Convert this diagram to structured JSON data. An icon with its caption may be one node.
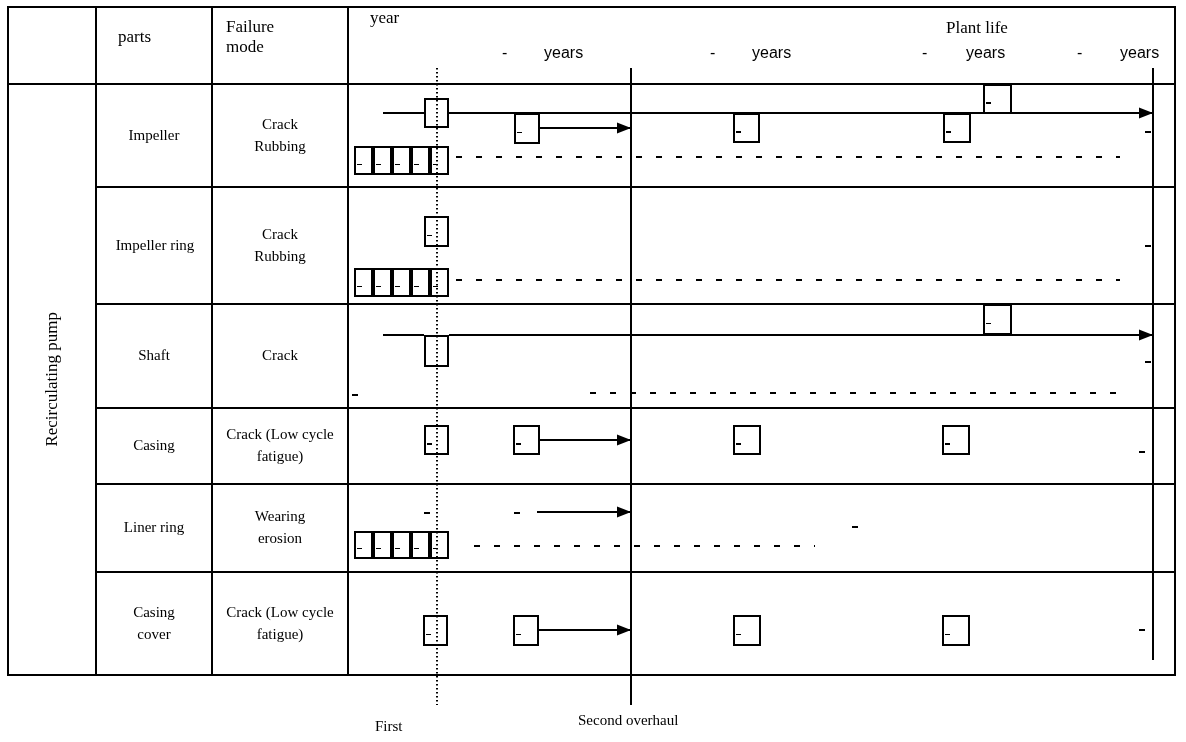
{
  "diagram": {
    "nodes": [
      {
        "text": [],
        "shape": "box"
      },
      {
        "text": [],
        "shape": "box"
      },
      {
        "text": [],
        "shape": "box"
      },
      {
        "text": [],
        "shape": "box"
      },
      {
        "text": [],
        "shape": "box"
      },
      {
        "text": [],
        "shape": "box"
      },
      {
        "text": [],
        "shape": "box"
      },
      {
        "text": [],
        "shape": "box"
      },
      {
        "text": [],
        "shape": "box"
      },
      {
        "text": [],
        "shape": "box"
      },
      {
        "text": [],
        "shape": "box"
      },
      {
        "text": [],
        "shape": "box"
      },
      {
        "text": [],
        "shape": "box"
      },
      {
        "text": [],
        "shape": "box"
      },
      {
        "text": [],
        "shape": "box"
      },
      {
        "text": [],
        "shape": "box"
      },
      {
        "text": [],
        "shape": "box"
      },
      {
        "text": [],
        "shape": "box"
      },
      {
        "text": [],
        "shape": "box"
      },
      {
        "text": [],
        "shape": "box"
      },
      {
        "text": [],
        "shape": "box"
      },
      {
        "text": [],
        "shape": "box"
      },
      {
        "text": [],
        "shape": "box"
      },
      {
        "text": [],
        "shape": "box"
      },
      {
        "text": [],
        "shape": "box"
      },
      {
        "text": [],
        "shape": "box"
      },
      {
        "text": [],
        "shape": "box"
      },
      {
        "text": [],
        "shape": "box"
      },
      {
        "text": [],
        "shape": "box"
      },
      {
        "text": [],
        "shape": "box"
      },
      {
        "text": [],
        "shape": "box"
      }
    ],
    "edges": [
      {
        "from": null,
        "to": 0,
        "arrow": "none"
      },
      {
        "from": 0,
        "to": null,
        "arrow": "to"
      },
      {
        "from": 1,
        "to": null,
        "arrow": "to"
      },
      {
        "from": null,
        "to": 16,
        "arrow": "none"
      },
      {
        "from": 16,
        "to": null,
        "arrow": "to"
      },
      {
        "from": 19,
        "to": null,
        "arrow": "to"
      },
      {
        "from": 28,
        "to": null,
        "arrow": "to"
      }
    ],
    "labels": [
      "parts",
      "Failure mode",
      "year",
      "Plant life",
      "-",
      "years",
      "-",
      "years",
      "-",
      "years",
      "-",
      "years",
      "Recirculating pump",
      "Impeller",
      "Crack Rubbing",
      "Impeller ring",
      "Crack Rubbing",
      "Shaft",
      "Crack",
      "Casing",
      "Crack (Low cycle fatigue)",
      "Liner ring",
      "Wearing erosion",
      "Casing cover",
      "Crack (Low cycle fatigue)",
      "First",
      "Second overhaul"
    ]
  }
}
